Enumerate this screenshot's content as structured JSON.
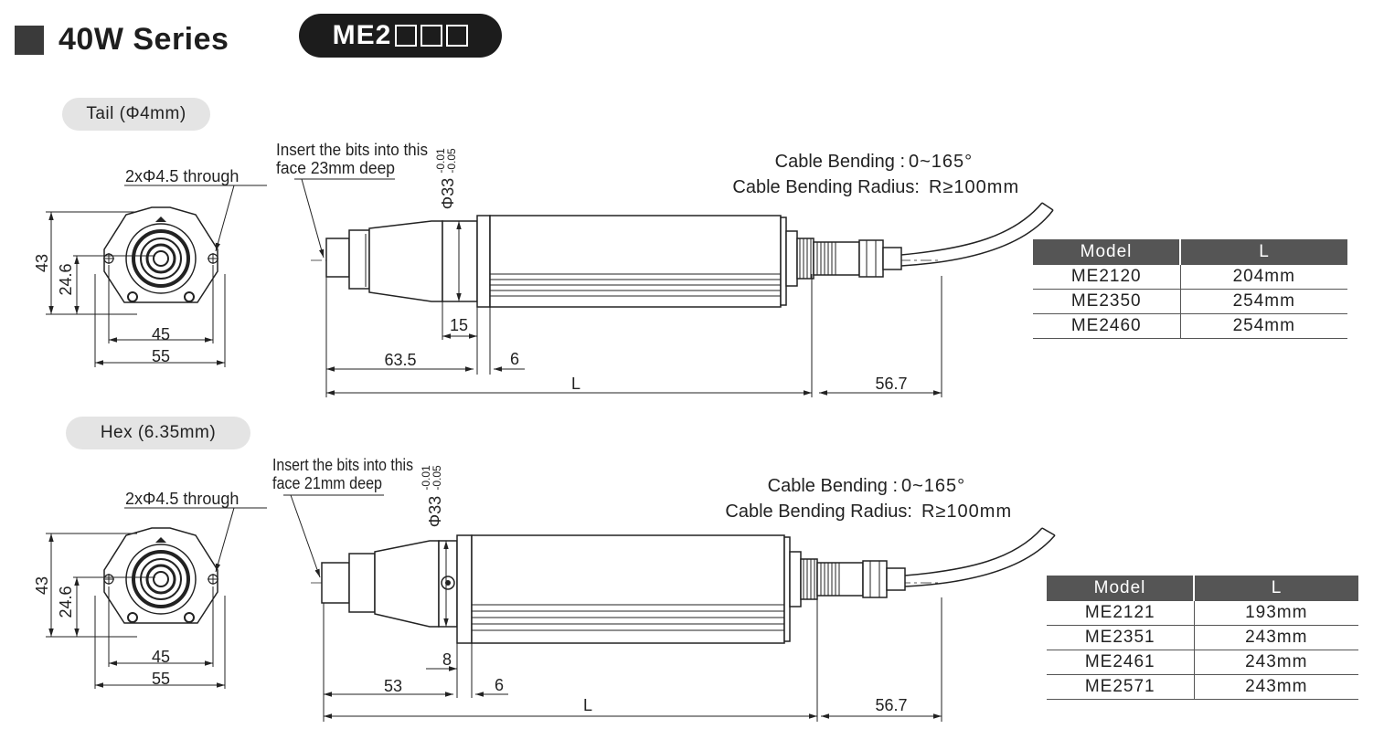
{
  "header": {
    "title": "40W Series",
    "model_prefix": "ME2"
  },
  "sections": [
    {
      "tag": "Tail (Φ4mm)",
      "holes": "2xΦ4.5 through",
      "note_line1": "Insert the bits into this",
      "note_line2": "face 23mm deep",
      "dia": "Φ33",
      "tol_upper": "-0.01",
      "tol_lower": "-0.05",
      "cable_bending_label": "Cable Bending :",
      "cable_bending_value": "0~165°",
      "cable_radius_label": "Cable Bending Radius:",
      "cable_radius_value": "R≥100mm",
      "dims": {
        "h43": "43",
        "h246": "24.6",
        "w45": "45",
        "w55": "55",
        "nose": "15",
        "front": "63.5",
        "flange": "6",
        "length": "L",
        "tail": "56.7"
      },
      "table": {
        "headers": [
          "Model",
          "L"
        ],
        "rows": [
          [
            "ME2120",
            "204mm"
          ],
          [
            "ME2350",
            "254mm"
          ],
          [
            "ME2460",
            "254mm"
          ]
        ]
      }
    },
    {
      "tag": "Hex (6.35mm)",
      "holes": "2xΦ4.5 through",
      "note_line1": "Insert the bits into this",
      "note_line2": "face 21mm deep",
      "dia": "Φ33",
      "tol_upper": "-0.01",
      "tol_lower": "-0.05",
      "cable_bending_label": "Cable Bending :",
      "cable_bending_value": "0~165°",
      "cable_radius_label": "Cable Bending Radius:",
      "cable_radius_value": "R≥100mm",
      "dims": {
        "h43": "43",
        "h246": "24.6",
        "w45": "45",
        "w55": "55",
        "nose": "8",
        "front": "53",
        "flange": "6",
        "length": "L",
        "tail": "56.7"
      },
      "table": {
        "headers": [
          "Model",
          "L"
        ],
        "rows": [
          [
            "ME2121",
            "193mm"
          ],
          [
            "ME2351",
            "243mm"
          ],
          [
            "ME2461",
            "243mm"
          ],
          [
            "ME2571",
            "243mm"
          ]
        ]
      }
    }
  ]
}
